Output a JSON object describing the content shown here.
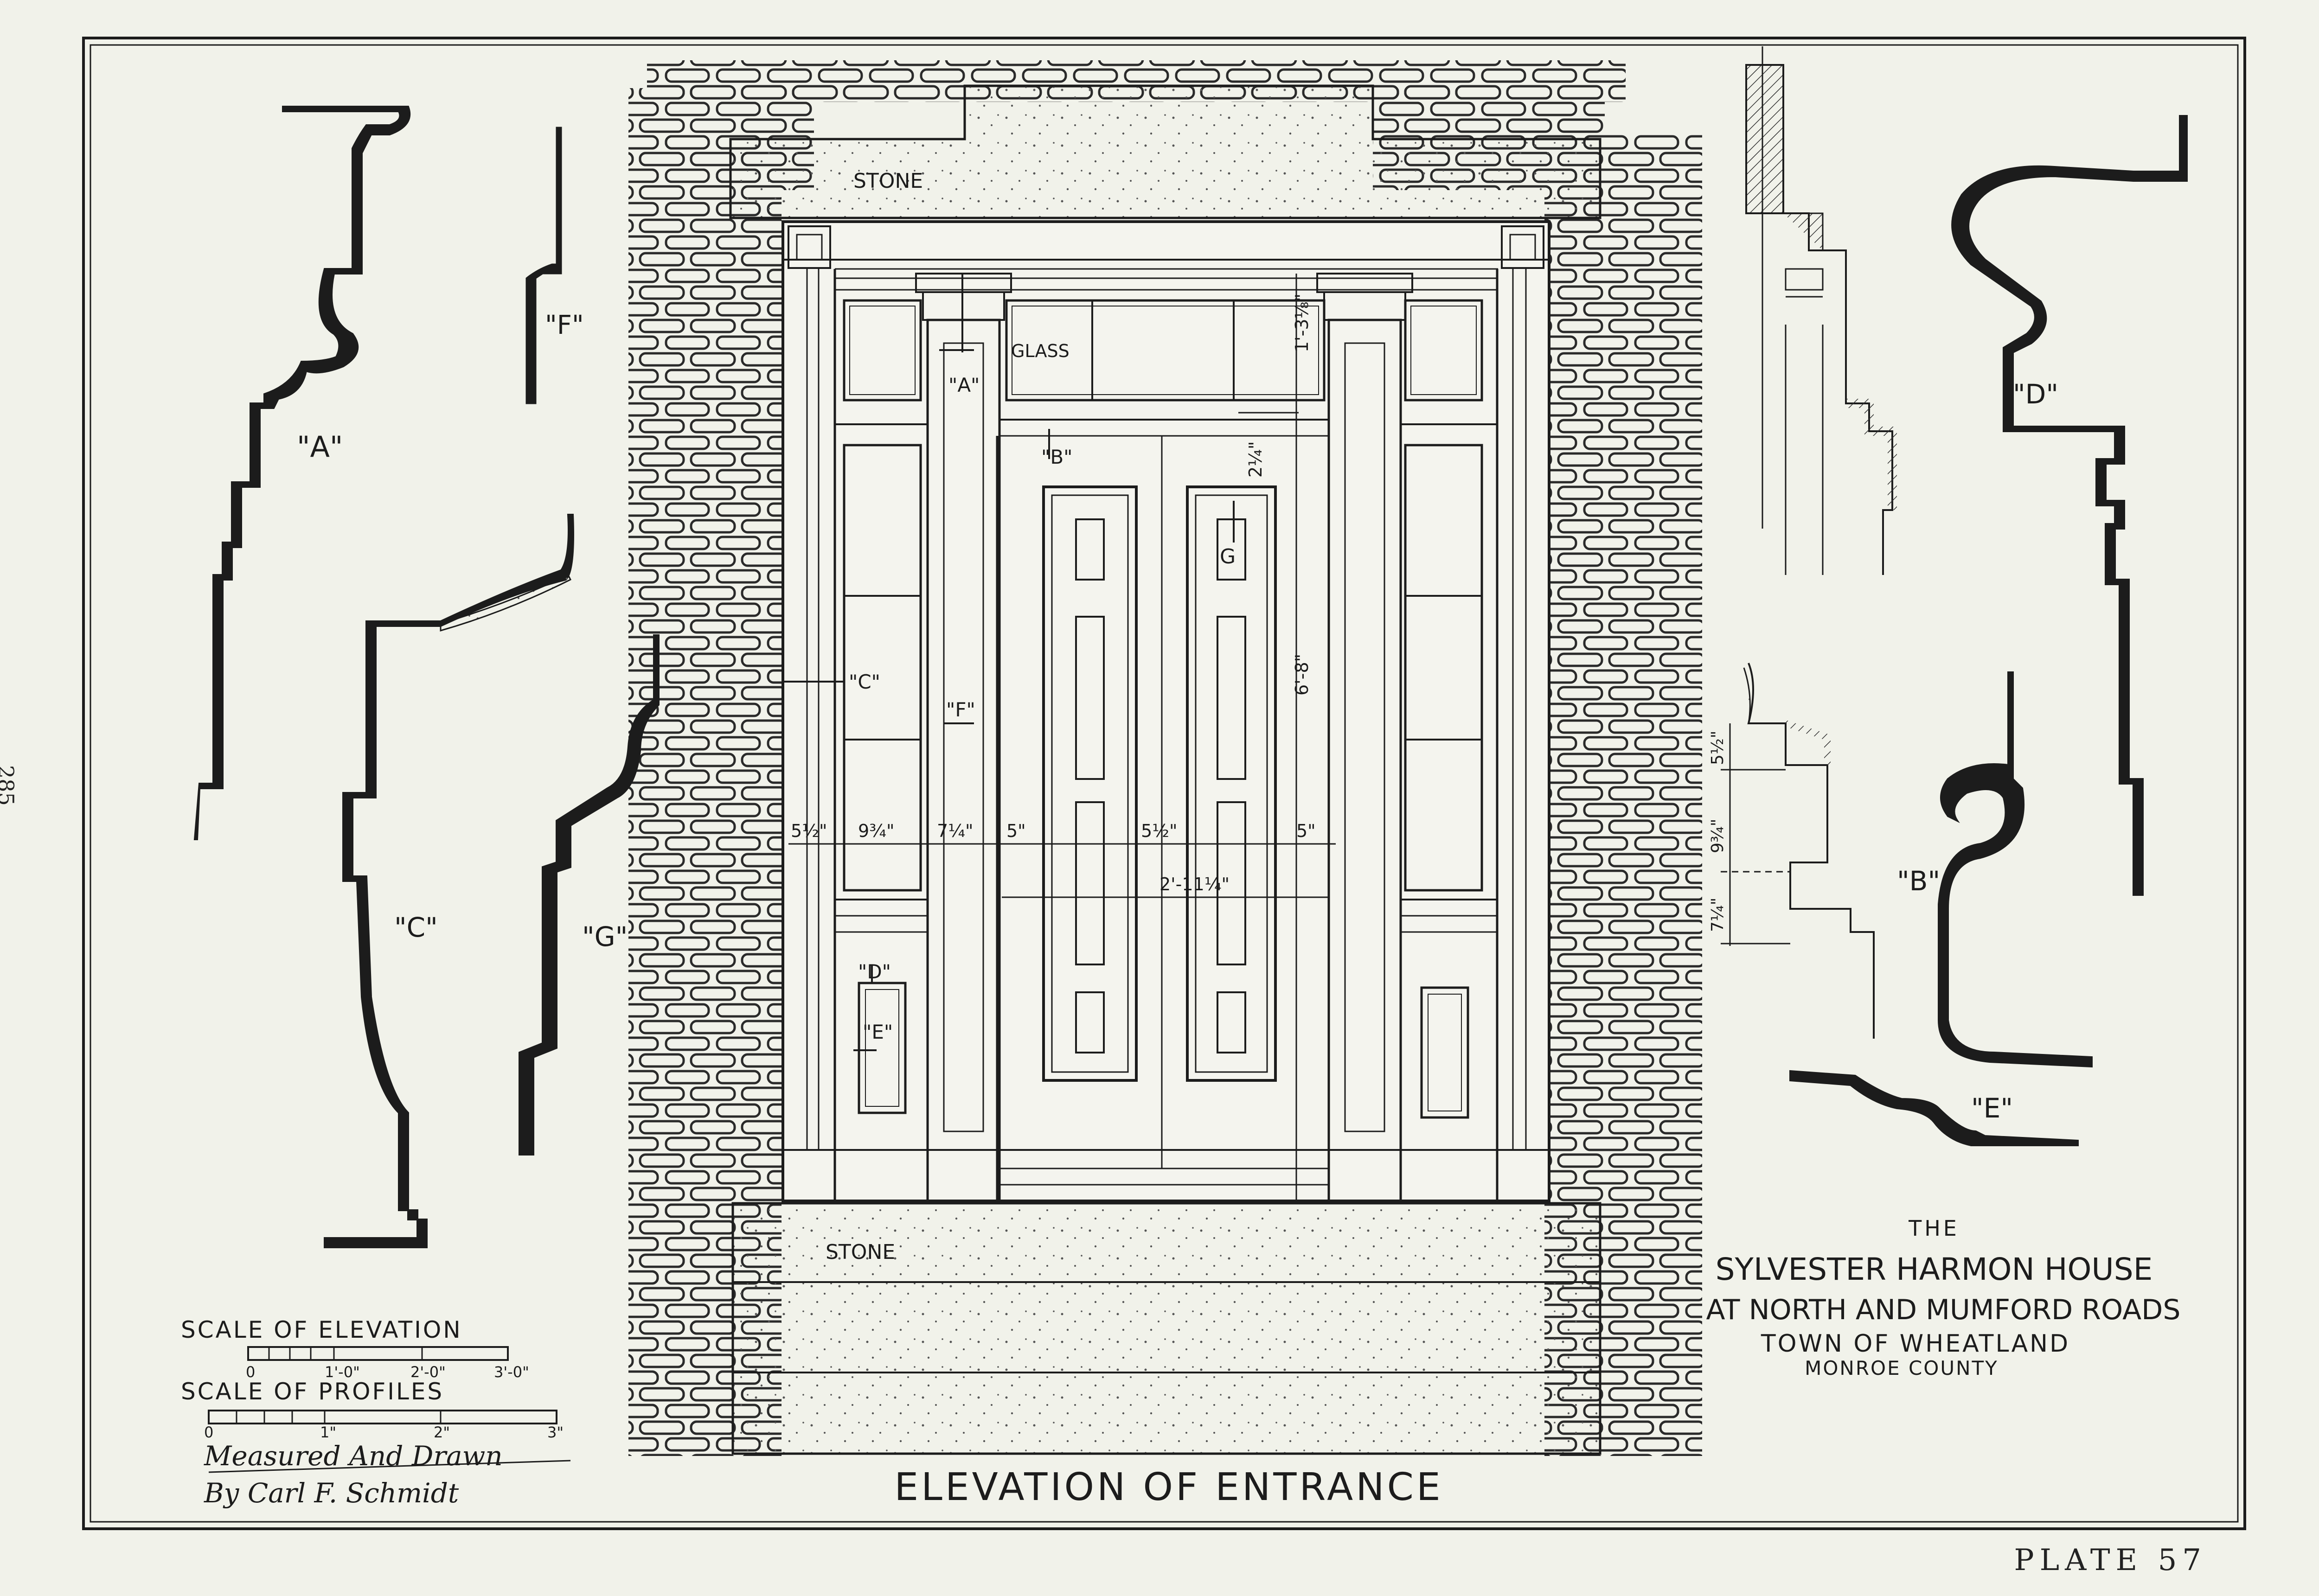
{
  "page_number": "285",
  "plate_label": "PLATE 57",
  "main_title": "ELEVATION OF ENTRANCE",
  "house": {
    "line1": "THE",
    "line2": "SYLVESTER HARMON HOUSE",
    "line3": "AT NORTH AND MUMFORD ROADS",
    "line4": "TOWN OF WHEATLAND",
    "line5": "MONROE COUNTY"
  },
  "scales": {
    "elevation_title": "SCALE OF ELEVATION",
    "elevation_ticks": [
      "0",
      "1'-0\"",
      "2'-0\"",
      "3'-0\""
    ],
    "profiles_title": "SCALE OF PROFILES",
    "profiles_ticks": [
      "0",
      "1\"",
      "2\"",
      "3\""
    ]
  },
  "credit": {
    "line1": "Measured And Drawn",
    "line2": "By Carl F. Schmidt"
  },
  "labels": {
    "stone_top": "STONE",
    "stone_bottom": "STONE",
    "glass": "GLASS",
    "A": "\"A\"",
    "B": "\"B\"",
    "C": "\"C\"",
    "D": "\"D\"",
    "E": "\"E\"",
    "F": "\"F\"",
    "G": "G",
    "prof_A": "\"A\"",
    "prof_B": "\"B\"",
    "prof_C": "\"C\"",
    "prof_D": "\"D\"",
    "prof_E": "\"E\"",
    "prof_F": "\"F\"",
    "prof_G": "\"G\""
  },
  "dimensions": {
    "d1": "5½\"",
    "d2": "9¾\"",
    "d3": "7¼\"",
    "d4": "5\"",
    "d5": "5½\"",
    "d6": "5\"",
    "door_width": "2'-11¼\"",
    "transom": "1'-3⅛\"",
    "rail": "2¼\"",
    "door_height": "6'-8\"",
    "sec1": "5½\"",
    "sec2": "9¾\"",
    "sec3": "7¼\""
  },
  "colors": {
    "paper": "#f1f2ea",
    "ink": "#1c1c1c"
  }
}
